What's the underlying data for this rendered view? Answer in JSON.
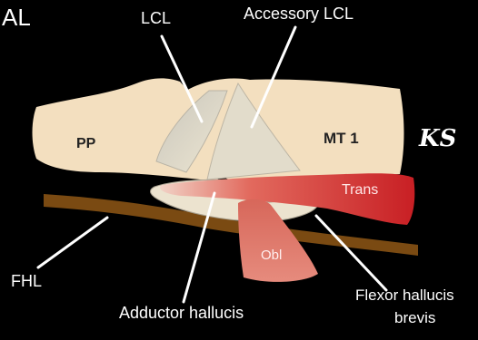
{
  "view_label": "AL",
  "labels": {
    "lcl": "LCL",
    "accessory_lcl": "Accessory LCL",
    "pp": "PP",
    "mt1": "MT 1",
    "trans": "Trans",
    "obl": "Obl",
    "fhl": "FHL",
    "adductor_hallucis": "Adductor hallucis",
    "flexor_hallucis_brevis_line1": "Flexor hallucis",
    "flexor_hallucis_brevis_line2": "brevis"
  },
  "signature": "KS",
  "colors": {
    "background": "#000000",
    "bone": "#f3dfbf",
    "ligament": "#d8d3c4",
    "tendon_fhl": "#7a4a12",
    "muscle_trans": "#d83a38",
    "muscle_obl": "#e07a6c",
    "text": "#ffffff"
  }
}
